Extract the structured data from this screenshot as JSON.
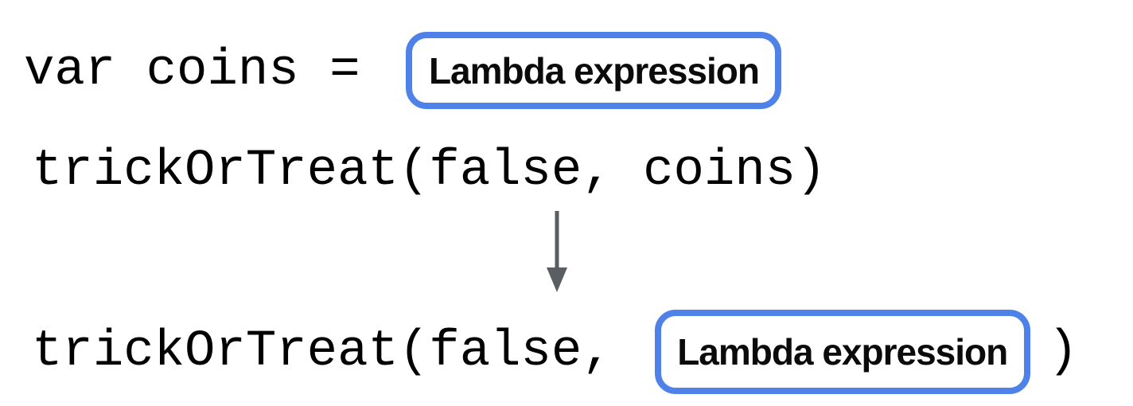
{
  "diagram": {
    "line1": {
      "code": "var coins =",
      "box_label": "Lambda expression"
    },
    "line2": {
      "code": "trickOrTreat(false, coins)"
    },
    "line3": {
      "code_before": "trickOrTreat(false,",
      "box_label": "Lambda expression",
      "code_after": ")"
    }
  },
  "colors": {
    "accent_blue": "#4f82e8",
    "arrow_gray": "#5a5d61",
    "code_text": "#000000",
    "background": "#ffffff"
  }
}
